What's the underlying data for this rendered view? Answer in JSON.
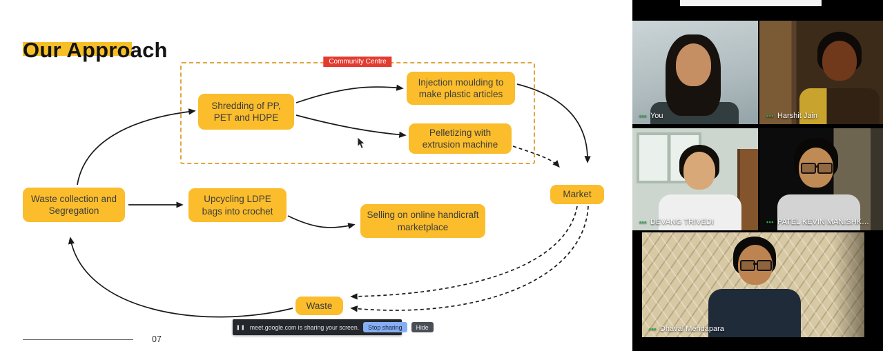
{
  "slide": {
    "title": "Our Approach",
    "page_number": "07",
    "community_label": "Community Centre",
    "nodes": {
      "waste_collection": "Waste collection and Segregation",
      "shredding": "Shredding of PP, PET and HDPE",
      "injection": "Injection moulding to make plastic articles",
      "pelletizing": "Pelletizing with extrusion machine",
      "upcycling": "Upcycling LDPE bags into crochet",
      "selling": "Selling on online handicraft marketplace",
      "market": "Market",
      "waste": "Waste"
    },
    "colors": {
      "node_yellow": "#fbbd2b",
      "highlight_yellow": "#f7bf27",
      "community_tag_red": "#e23b30",
      "arrow_black": "#1a1a1a"
    }
  },
  "share_bar": {
    "message": "meet.google.com is sharing your screen.",
    "stop_label": "Stop sharing",
    "hide_label": "Hide",
    "stop_button_blue": "#85aef5"
  },
  "icons": {
    "pause": "❚❚",
    "audio_dots": "•••",
    "audio_green": "#2fae4f"
  },
  "participants": [
    {
      "name": "You"
    },
    {
      "name": "Harshit Jain"
    },
    {
      "name": "DEVANG TRIVEDI"
    },
    {
      "name": "PATEL KEVIN MANISHK…"
    },
    {
      "name": "Dhaval Mendapara"
    }
  ]
}
